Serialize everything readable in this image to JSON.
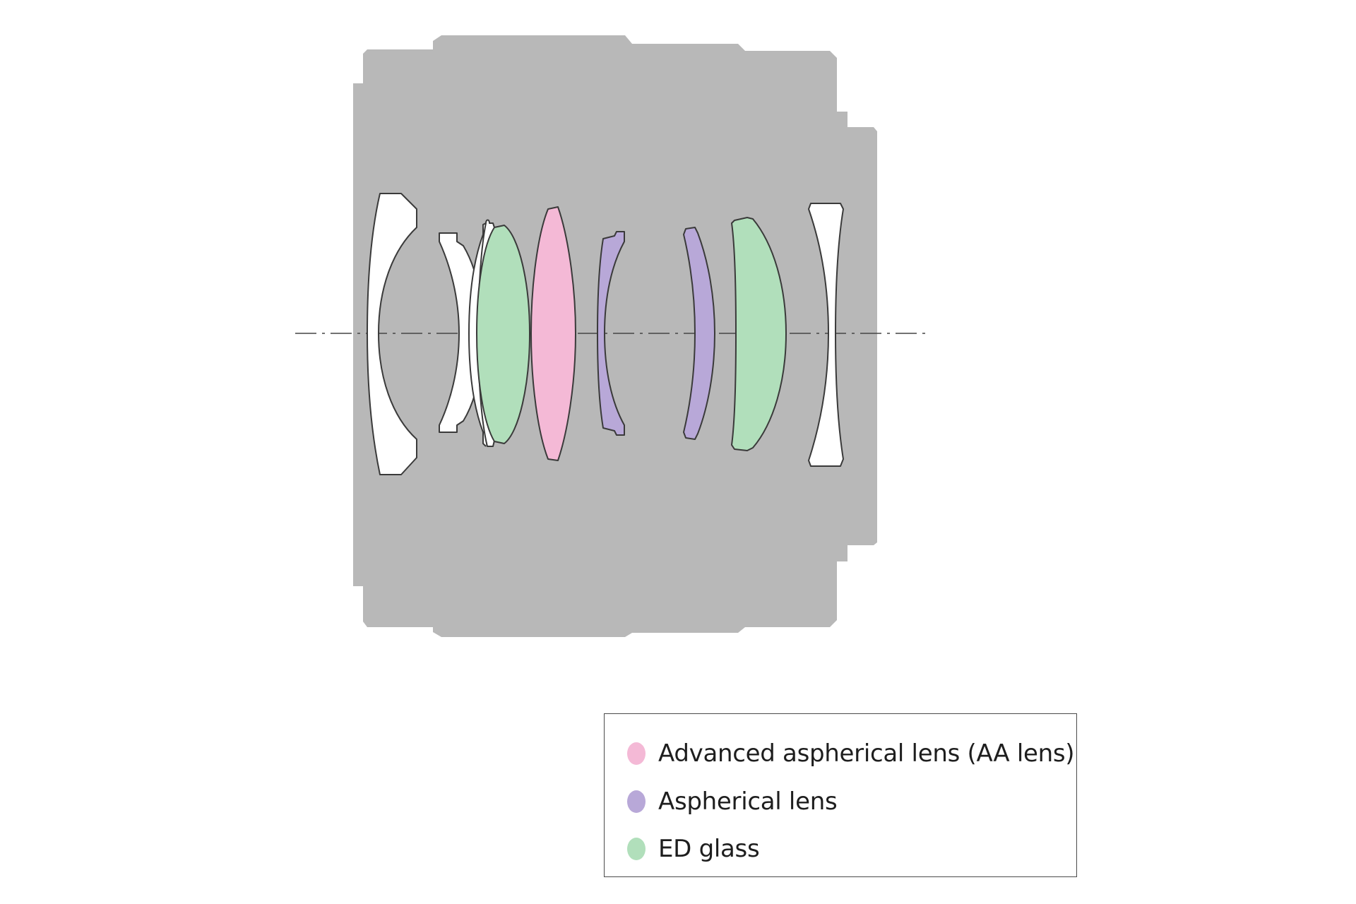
{
  "colors": {
    "barrel": "#b8b8b8",
    "plain_lens": "#ffffff",
    "outline": "#3a3a3a",
    "advanced_aspherical": "#f4b9d6",
    "aspherical": "#b8a8d8",
    "ed_glass": "#b1dfbb"
  },
  "elements": [
    {
      "id": "lens-1",
      "type": "plain"
    },
    {
      "id": "lens-2",
      "type": "plain"
    },
    {
      "id": "lens-3",
      "type": "plain"
    },
    {
      "id": "lens-4",
      "type": "ed_glass"
    },
    {
      "id": "lens-5",
      "type": "advanced_aspherical"
    },
    {
      "id": "lens-6",
      "type": "aspherical"
    },
    {
      "id": "lens-7",
      "type": "aspherical"
    },
    {
      "id": "lens-8",
      "type": "ed_glass"
    },
    {
      "id": "lens-9",
      "type": "plain"
    }
  ],
  "legend": {
    "items": [
      {
        "key": "advanced_aspherical",
        "label": "Advanced aspherical lens (AA lens)",
        "color": "#f4b9d6"
      },
      {
        "key": "aspherical",
        "label": "Aspherical lens",
        "color": "#b8a8d8"
      },
      {
        "key": "ed_glass",
        "label": "ED glass",
        "color": "#b1dfbb"
      }
    ]
  }
}
